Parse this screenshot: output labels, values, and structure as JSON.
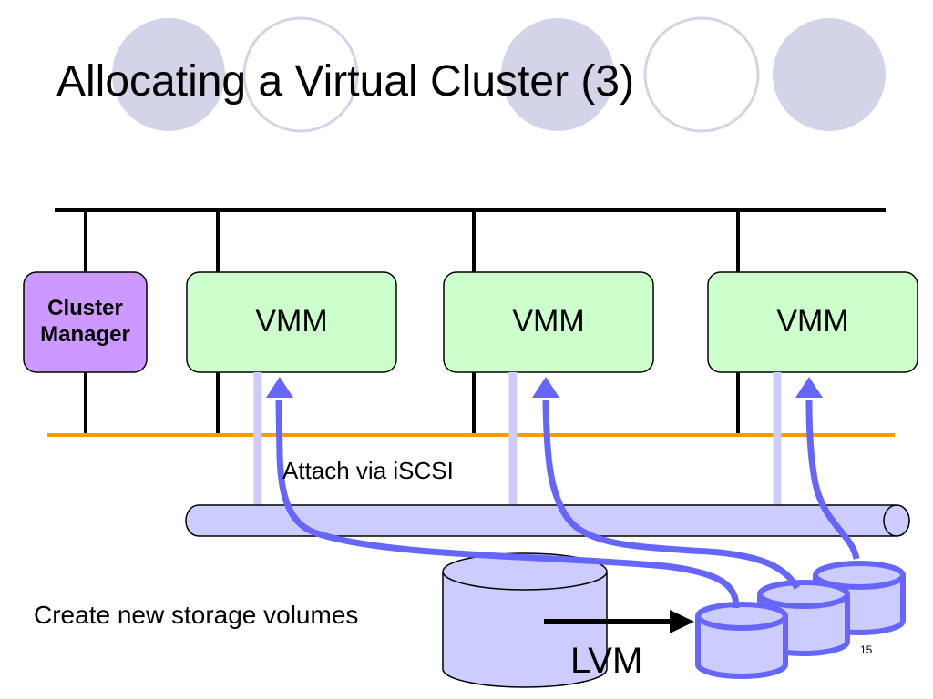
{
  "slide": {
    "title": "Allocating a Virtual Cluster (3)",
    "page_number": "15"
  },
  "diagram": {
    "cluster_manager": "Cluster\nManager",
    "vmm_nodes": [
      "VMM",
      "VMM",
      "VMM"
    ],
    "attach_label": "Attach via iSCSI",
    "create_label": "Create new storage volumes",
    "lvm_label": "LVM"
  },
  "colors": {
    "decor_circle": "#d4d4e8",
    "vmm_fill": "#ccffcc",
    "cluster_manager_fill": "#cc99ff",
    "storage_fill": "#ccccff",
    "arrow": "#6666ff",
    "bus_line": "#000000",
    "storage_network_line": "#ff9900"
  }
}
